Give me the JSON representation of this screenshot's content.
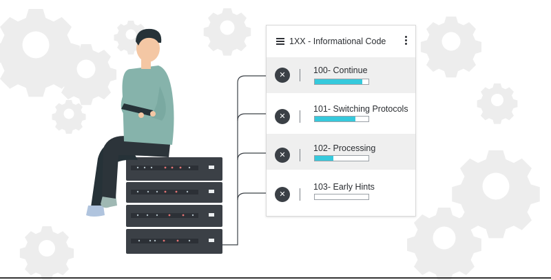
{
  "panel": {
    "title": "1XX - Informational Code",
    "menu_icon": "hamburger-menu-icon",
    "more_icon": "vertical-ellipsis-icon",
    "items": [
      {
        "label": "100- Continue",
        "progress": 0.88,
        "icon": "close-icon"
      },
      {
        "label": "101- Switching Protocols",
        "progress": 0.75,
        "icon": "close-icon"
      },
      {
        "label": "102- Processing",
        "progress": 0.35,
        "icon": "close-icon"
      },
      {
        "label": "103- Early Hints",
        "progress": 0.0,
        "icon": "close-icon"
      }
    ]
  },
  "colors": {
    "accent": "#36c9dc",
    "dark": "#3b4046",
    "gear": "#eeeeee",
    "sweater": "#86b3ab",
    "pants": "#263238",
    "server": "#3b4046",
    "led_red": "#e57373"
  }
}
